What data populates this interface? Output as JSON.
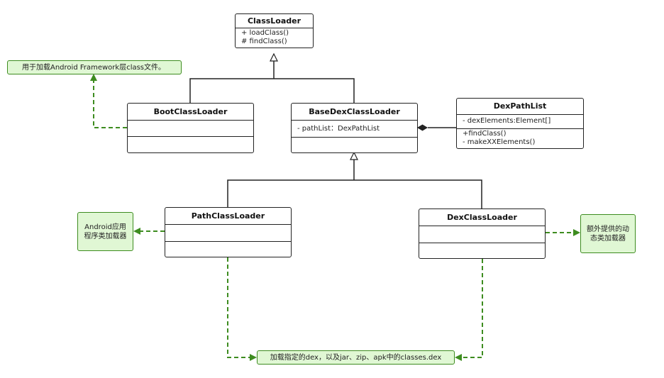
{
  "classes": {
    "classloader": {
      "name": "ClassLoader",
      "methods": [
        "+ loadClass()",
        "# findClass()"
      ]
    },
    "bootclassloader": {
      "name": "BootClassLoader"
    },
    "basedexclassloader": {
      "name": "BaseDexClassLoader",
      "fields": [
        "- pathList：DexPathList"
      ]
    },
    "dexpathlist": {
      "name": "DexPathList",
      "fields": [
        "- dexElements:Element[]"
      ],
      "methods": [
        "+findClass()",
        "- makeXXElements()"
      ]
    },
    "pathclassloader": {
      "name": "PathClassLoader"
    },
    "dexclassloader": {
      "name": "DexClassLoader"
    }
  },
  "notes": {
    "boot_note": "用于加载Android Framework层class文件。",
    "path_note": [
      "Android应用",
      "程序类加载器"
    ],
    "dex_note": [
      "额外提供的动",
      "态类加载器"
    ],
    "bottom_note": "加载指定的dex，以及jar、zip、apk中的classes.dex"
  },
  "colors": {
    "class_border": "#222222",
    "note_fill": "#e0f7d4",
    "note_border": "#3d8c1f",
    "dependency_line": "#3d8c1f"
  }
}
